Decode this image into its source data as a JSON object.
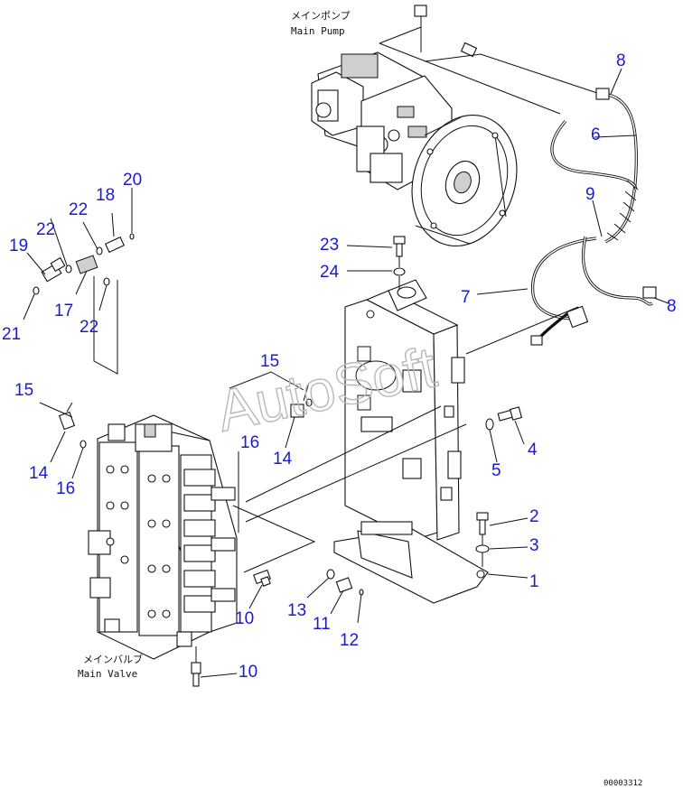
{
  "captions": {
    "main_pump_jp": "メインポンプ",
    "main_pump_en": "Main Pump",
    "main_valve_jp": "メインバルブ",
    "main_valve_en": "Main Valve"
  },
  "watermark": "AutoSoft",
  "drawing_number": "00003312",
  "callouts": [
    "8",
    "6",
    "9",
    "7",
    "8",
    "23",
    "24",
    "20",
    "18",
    "22",
    "22",
    "19",
    "17",
    "22",
    "21",
    "15",
    "15",
    "14",
    "16",
    "14",
    "16",
    "4",
    "5",
    "2",
    "3",
    "1",
    "10",
    "13",
    "11",
    "12",
    "10"
  ]
}
